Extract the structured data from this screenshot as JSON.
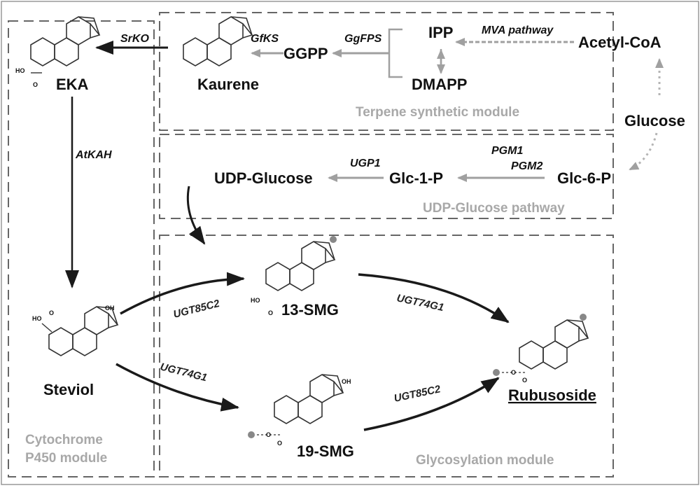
{
  "molecules": {
    "eka": "EKA",
    "kaurene": "Kaurene",
    "ggpp": "GGPP",
    "ipp": "IPP",
    "dmapp": "DMAPP",
    "acetyl_coa": "Acetyl-CoA",
    "glucose": "Glucose",
    "glc6p": "Glc-6-P",
    "glc1p": "Glc-1-P",
    "udp_glucose": "UDP-Glucose",
    "steviol": "Steviol",
    "smg13": "13-SMG",
    "smg19": "19-SMG",
    "rubusoside": "Rubusoside"
  },
  "enzymes": {
    "srko": "SrKO",
    "gfks": "GfKS",
    "ggfps": "GgFPS",
    "mva": "MVA pathway",
    "atkah": "AtKAH",
    "ugp1": "UGP1",
    "pgm1": "PGM1",
    "pgm2": "PGM2",
    "ugt85c2_a": "UGT85C2",
    "ugt74g1_a": "UGT74G1",
    "ugt74g1_b": "UGT74G1",
    "ugt85c2_b": "UGT85C2"
  },
  "modules": {
    "terpene": "Terpene synthetic module",
    "udp": "UDP-Glucose pathway",
    "glyco": "Glycosylation module",
    "p450_line1": "Cytochrome",
    "p450_line2": "P450 module"
  },
  "groups": {
    "ho_eka": "HO",
    "o_eka": "O",
    "ho_steviol": "HO",
    "o_steviol": "O",
    "oh_steviol": "OH",
    "ho_13smg": "HO",
    "o_13smg": "O",
    "oh_19smg": "OH",
    "o_19smg_a": "O",
    "o_19smg_b": "O",
    "o_rub_a": "O",
    "o_rub_b": "O"
  },
  "colors": {
    "black_arrow": "#1a1a1a",
    "gray_arrow": "#a0a0a0",
    "module_label": "#a8a8a8",
    "glucose_dot": "#888888"
  }
}
